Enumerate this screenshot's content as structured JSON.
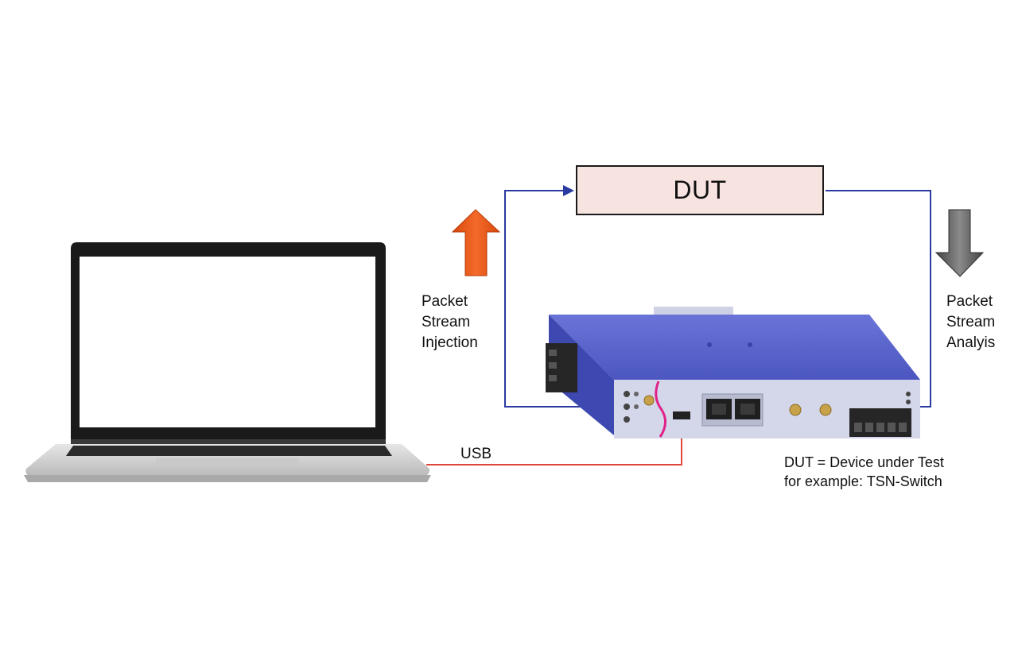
{
  "dut": {
    "title": "DUT"
  },
  "labels": {
    "injection": [
      "Packet",
      "Stream",
      "Injection"
    ],
    "analysis": [
      "Packet",
      "Stream",
      "Analyis"
    ],
    "usb": "USB",
    "legend": [
      "DUT = Device under Test",
      "for example: TSN-Switch"
    ]
  },
  "colors": {
    "signal_line": "#2a3aa0",
    "usb_line": "#e2463a",
    "injection_arrow": "#ec5a1c",
    "analysis_arrow": "#555555",
    "dut_fill": "#f7e3df",
    "device_body": "#5560c8"
  }
}
